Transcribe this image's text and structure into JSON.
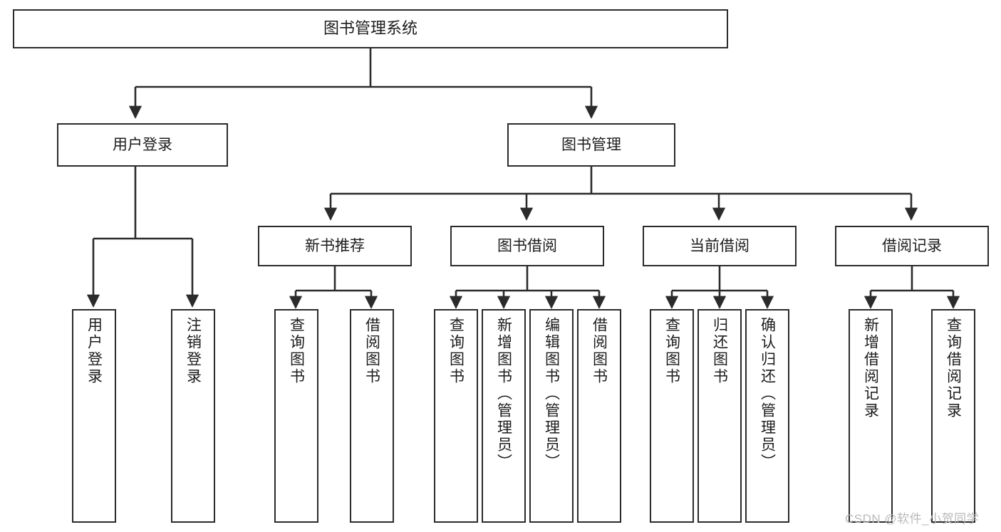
{
  "diagram": {
    "title": "图书管理系统",
    "type": "tree-hierarchy-diagram",
    "root": {
      "label": "图书管理系统"
    },
    "level2": [
      {
        "label": "用户登录"
      },
      {
        "label": "图书管理"
      }
    ],
    "level3": [
      {
        "label": "新书推荐"
      },
      {
        "label": "图书借阅"
      },
      {
        "label": "当前借阅"
      },
      {
        "label": "借阅记录"
      }
    ],
    "leaves_user_login": [
      {
        "label": "用户登录"
      },
      {
        "label": "注销登录"
      }
    ],
    "leaves_new_book": [
      {
        "label": "查询图书"
      },
      {
        "label": "借阅图书"
      }
    ],
    "leaves_borrow": [
      {
        "label": "查询图书"
      },
      {
        "label": "新增图书（管理员）"
      },
      {
        "label": "编辑图书（管理员）"
      },
      {
        "label": "借阅图书"
      }
    ],
    "leaves_current": [
      {
        "label": "查询图书"
      },
      {
        "label": "归还图书"
      },
      {
        "label": "确认归还（管理员）"
      }
    ],
    "leaves_records": [
      {
        "label": "新增借阅记录"
      },
      {
        "label": "查询借阅记录"
      }
    ],
    "watermark": "CSDN @软件_小贺同学",
    "colors": {
      "border": "#2b2b2b",
      "text": "#1c1c1c",
      "background": "#ffffff",
      "watermark": "#b9b9b9"
    }
  }
}
